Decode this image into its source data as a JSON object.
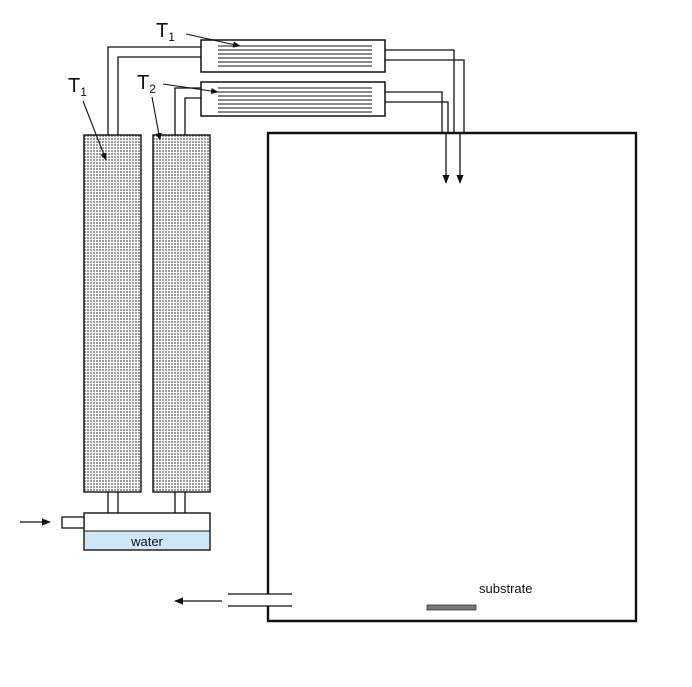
{
  "labels": {
    "t1_left": "T",
    "t1_left_sub": "1",
    "t1_top": "T",
    "t1_top_sub": "1",
    "t2": "T",
    "t2_sub": "2",
    "water": "water",
    "substrate": "substrate"
  },
  "colors": {
    "stroke": "#111111",
    "water_fill": "#cfe6f7",
    "substrate_fill": "#777777",
    "dot_fill": "#555555"
  },
  "icons": [
    "inflow-arrow-icon",
    "outflow-arrow-icon",
    "down-arrow-icon"
  ]
}
